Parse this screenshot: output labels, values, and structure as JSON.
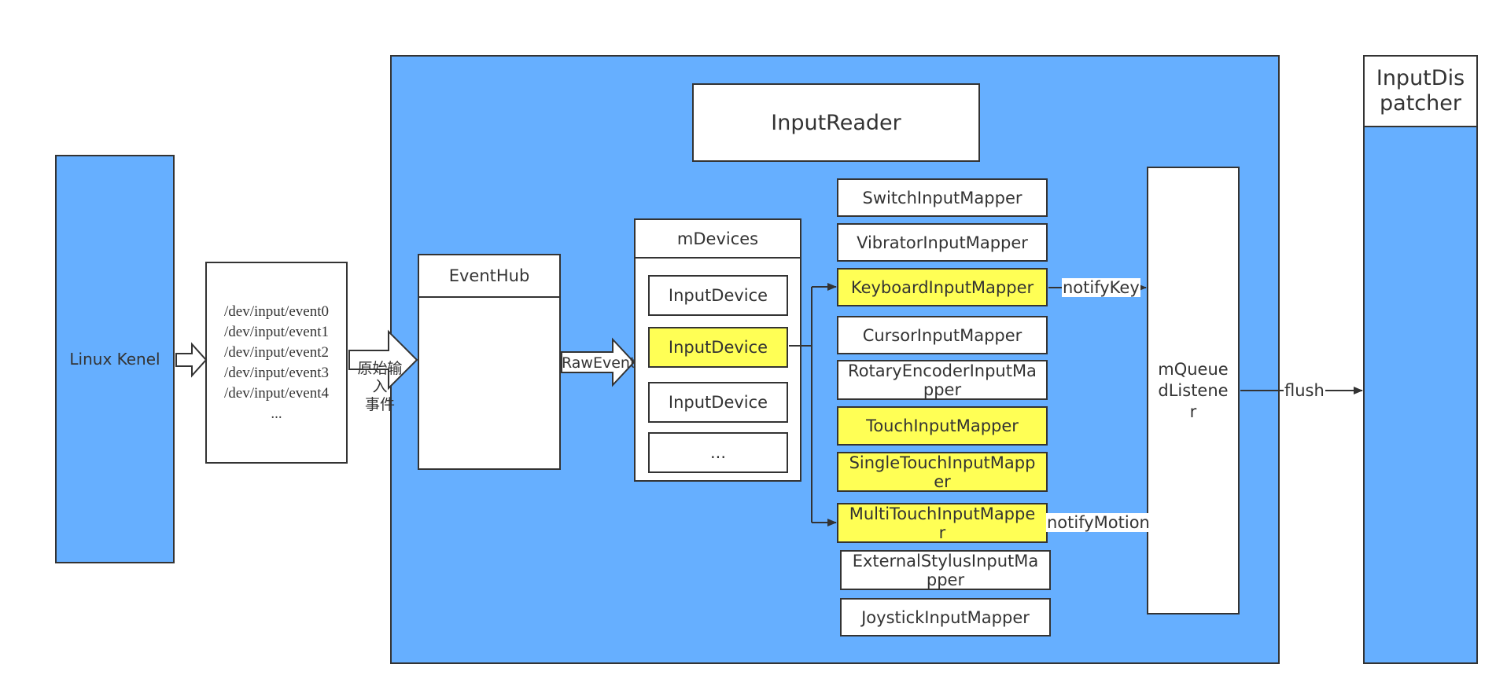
{
  "colors": {
    "container": "#66afff",
    "highlight": "#ffff55",
    "line": "#333333",
    "box": "#ffffff"
  },
  "linux_kernel": {
    "label": "Linux Kenel"
  },
  "device_files": {
    "lines": [
      "/dev/input/event0",
      "/dev/input/event1",
      "/dev/input/event2",
      "/dev/input/event3",
      "/dev/input/event4",
      "..."
    ]
  },
  "edge_labels": {
    "raw_input": "原始输入\n事件",
    "raw_event": "RawEvent",
    "notify_key": "notifyKey",
    "notify_motion": "notifyMotion",
    "flush": "flush"
  },
  "input_reader": {
    "title": "InputReader"
  },
  "event_hub": {
    "title": "EventHub"
  },
  "m_devices": {
    "title": "mDevices",
    "items": [
      {
        "label": "InputDevice",
        "highlight": false
      },
      {
        "label": "InputDevice",
        "highlight": true
      },
      {
        "label": "InputDevice",
        "highlight": false
      },
      {
        "label": "...",
        "highlight": false
      }
    ]
  },
  "mappers": [
    {
      "label": "SwitchInputMapper",
      "highlight": false
    },
    {
      "label": "VibratorInputMapper",
      "highlight": false
    },
    {
      "label": "KeyboardInputMapper",
      "highlight": true
    },
    {
      "label": "CursorInputMapper",
      "highlight": false
    },
    {
      "label": "RotaryEncoderInputMa\npper",
      "highlight": false
    },
    {
      "label": "TouchInputMapper",
      "highlight": true
    },
    {
      "label": "SingleTouchInputMapp\ner",
      "highlight": true
    },
    {
      "label": "MultiTouchInputMappe\nr",
      "highlight": true
    },
    {
      "label": "ExternalStylusInputMa\npper",
      "highlight": false
    },
    {
      "label": "JoystickInputMapper",
      "highlight": false
    }
  ],
  "queued_listener": {
    "label": "mQueue\ndListene\nr"
  },
  "input_dispatcher": {
    "title": "InputDis\npatcher"
  }
}
